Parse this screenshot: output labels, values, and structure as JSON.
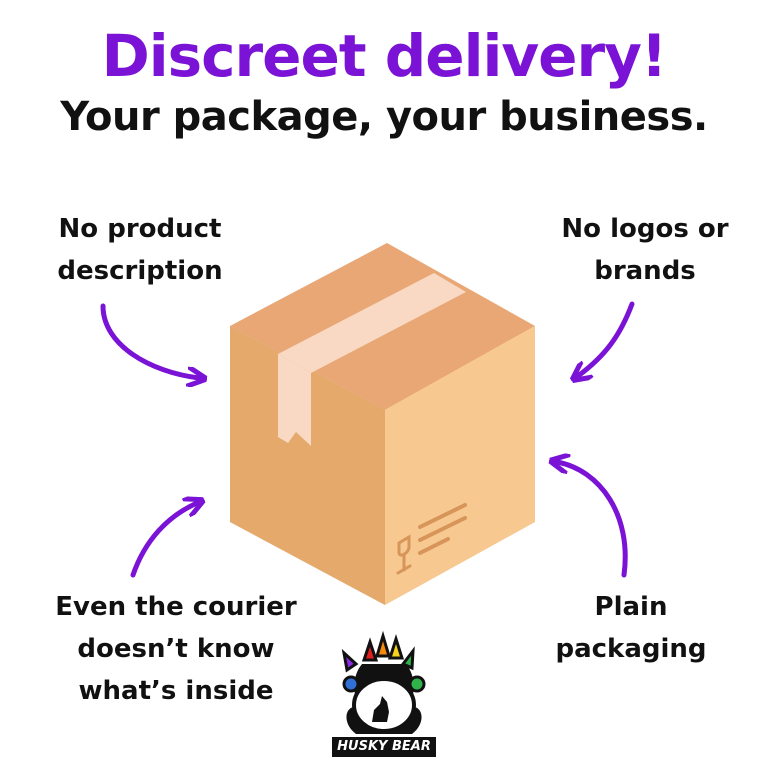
{
  "heading": {
    "title": "Discreet delivery!",
    "subtitle": "Your package, your business."
  },
  "callouts": {
    "top_left": {
      "line1": "No product",
      "line2": "description"
    },
    "top_right": {
      "line1": "No logos or",
      "line2": "brands"
    },
    "bottom_left": {
      "line1": "Even the courier",
      "line2": "doesn’t know",
      "line3": "what’s inside"
    },
    "bottom_right": {
      "line1": "Plain",
      "line2": "packaging"
    }
  },
  "logo": {
    "text": "HUSKY BEAR"
  },
  "colors": {
    "accent": "#7a13d6",
    "text": "#111111",
    "box_front": "#f7c890",
    "box_side": "#eaaf6f",
    "box_top": "#e8a775",
    "tape": "#f9d9c4"
  }
}
